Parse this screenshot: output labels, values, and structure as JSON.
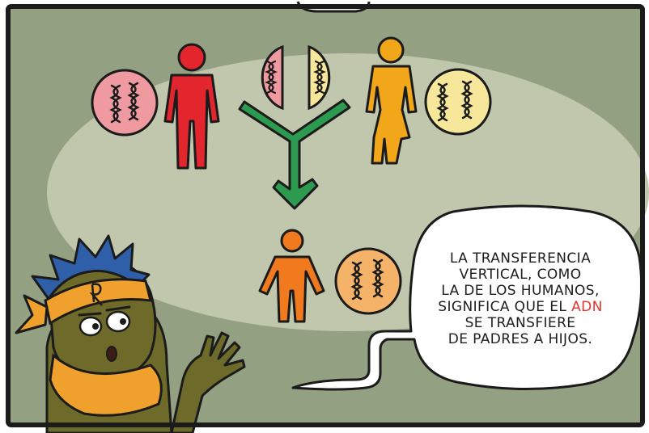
{
  "colors": {
    "frame": "#1b1b1b",
    "background": "#93a081",
    "ellipse": "#c0c7ad",
    "male": "#e3262d",
    "female": "#f2a619",
    "child": "#f07a1d",
    "arrow": "#2c9a4f",
    "dna_highlight": "#e6332a",
    "bandana": "#f0a02c",
    "hair": "#2f5fa8",
    "character_skin": "#6d6a2a"
  },
  "figures": [
    {
      "role": "father",
      "icon": "male-figure-icon",
      "chromosome_color": "#ef9aa0"
    },
    {
      "role": "mother",
      "icon": "female-figure-icon",
      "chromosome_color": "#f6e79a"
    },
    {
      "role": "child",
      "icon": "child-figure-icon",
      "chromosome_color": "#f5b36a"
    }
  ],
  "speech_bubble": {
    "line1": "LA TRANSFERENCIA",
    "line2": "VERTICAL, COMO",
    "line3": "LA DE LOS HUMANOS,",
    "line4_prefix": "SIGNIFICA QUE EL ",
    "line4_highlight": "ADN",
    "line5": "SE TRANSFIERE",
    "line6": "DE PADRES A HIJOS."
  }
}
